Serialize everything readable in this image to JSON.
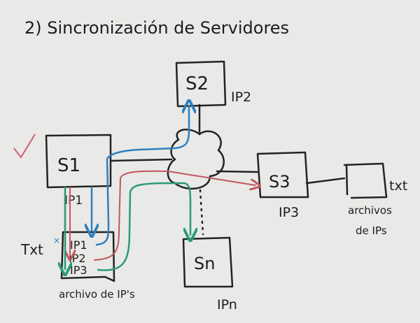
{
  "title": "2) Sincronización de Servidores",
  "nodes": {
    "s1": {
      "label": "S1",
      "ip": "IP1"
    },
    "s2": {
      "label": "S2",
      "ip": "IP2"
    },
    "s3": {
      "label": "S3",
      "ip": "IP3"
    },
    "sn": {
      "label": "Sn",
      "ip": "IPn"
    }
  },
  "ip_file": {
    "entries": [
      "IP1",
      "IP2",
      "IP3"
    ],
    "type_label": "Txt",
    "caption": "archivo de IP's"
  },
  "s3_file": {
    "type_label": "txt",
    "caption_line1": "archivos",
    "caption_line2": "de IPs"
  },
  "colors": {
    "ink": "#232323",
    "blue": "#2d7fc0",
    "red": "#c2565f",
    "green": "#2a9a78",
    "board": "#e9e9e7"
  }
}
